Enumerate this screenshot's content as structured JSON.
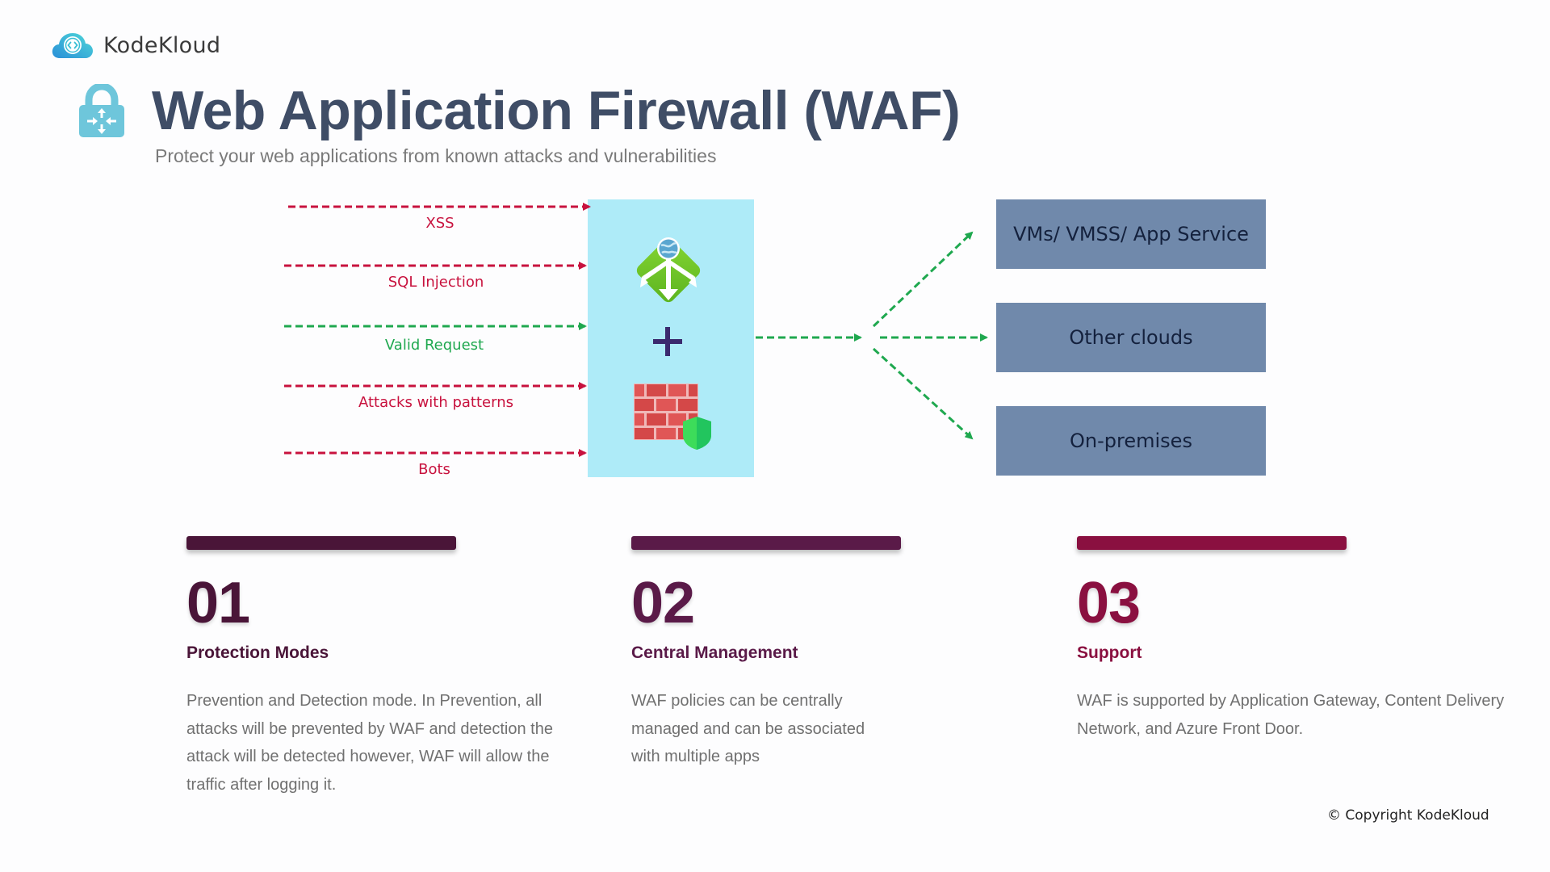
{
  "brand": {
    "name": "KodeKloud"
  },
  "header": {
    "title": "Web Application Firewall (WAF)",
    "subtitle": "Protect your web applications from known attacks and vulnerabilities",
    "icon": "lock-router-icon"
  },
  "diagram": {
    "inputs": [
      {
        "label": "XSS",
        "type": "attack",
        "color": "#c8123e"
      },
      {
        "label": "SQL Injection",
        "type": "attack",
        "color": "#c8123e"
      },
      {
        "label": "Valid Request",
        "type": "valid",
        "color": "#1fa84f"
      },
      {
        "label": "Attacks with patterns",
        "type": "attack",
        "color": "#c8123e"
      },
      {
        "label": "Bots",
        "type": "attack",
        "color": "#c8123e"
      }
    ],
    "waf_components": {
      "gateway_icon": "application-gateway-icon",
      "plus_symbol": "+",
      "firewall_icon": "firewall-icon"
    },
    "targets": [
      {
        "label": "VMs/ VMSS/ App Service"
      },
      {
        "label": "Other clouds"
      },
      {
        "label": "On-premises"
      }
    ],
    "colors": {
      "attack": "#c8123e",
      "valid": "#1fa84f",
      "waf_box": "#aeebf8",
      "target_box": "#7089ab"
    }
  },
  "features": [
    {
      "number": "01",
      "title": "Protection Modes",
      "description": "Prevention and Detection mode. In Prevention, all attacks will be prevented by WAF and detection the attack will be detected however, WAF will allow the traffic after logging it.",
      "color": "#4a1538"
    },
    {
      "number": "02",
      "title": "Central Management",
      "description": "WAF policies can be centrally managed and can be associated with multiple apps",
      "color": "#5a1a48"
    },
    {
      "number": "03",
      "title": "Support",
      "description": "WAF is supported by Application Gateway, Content Delivery Network, and Azure Front Door.",
      "color": "#8a1040"
    }
  ],
  "footer": {
    "copyright": "© Copyright KodeKloud"
  }
}
